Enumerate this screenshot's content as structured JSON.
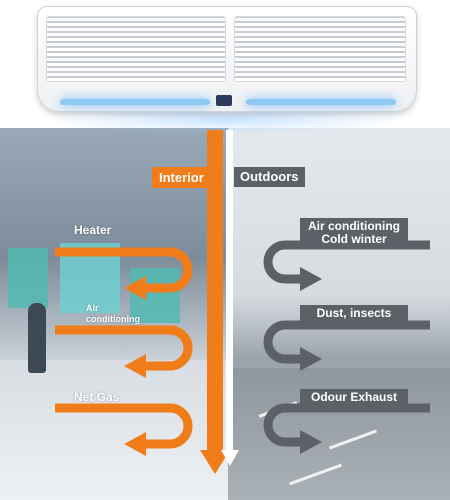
{
  "labels": {
    "interior": "Interior",
    "outdoors": "Outdoors",
    "heater": "Heater",
    "air_conditioning_left": "Air\nconditioning",
    "net_gas": "Net Gas",
    "air_conditioning_right_line1": "Air conditioning",
    "air_conditioning_right_line2": "Cold winter",
    "dust": "Dust, insects",
    "odour": "Odour Exhaust"
  },
  "colors": {
    "orange": "#f07d1a",
    "grey": "#5b6166",
    "white": "#ffffff"
  }
}
